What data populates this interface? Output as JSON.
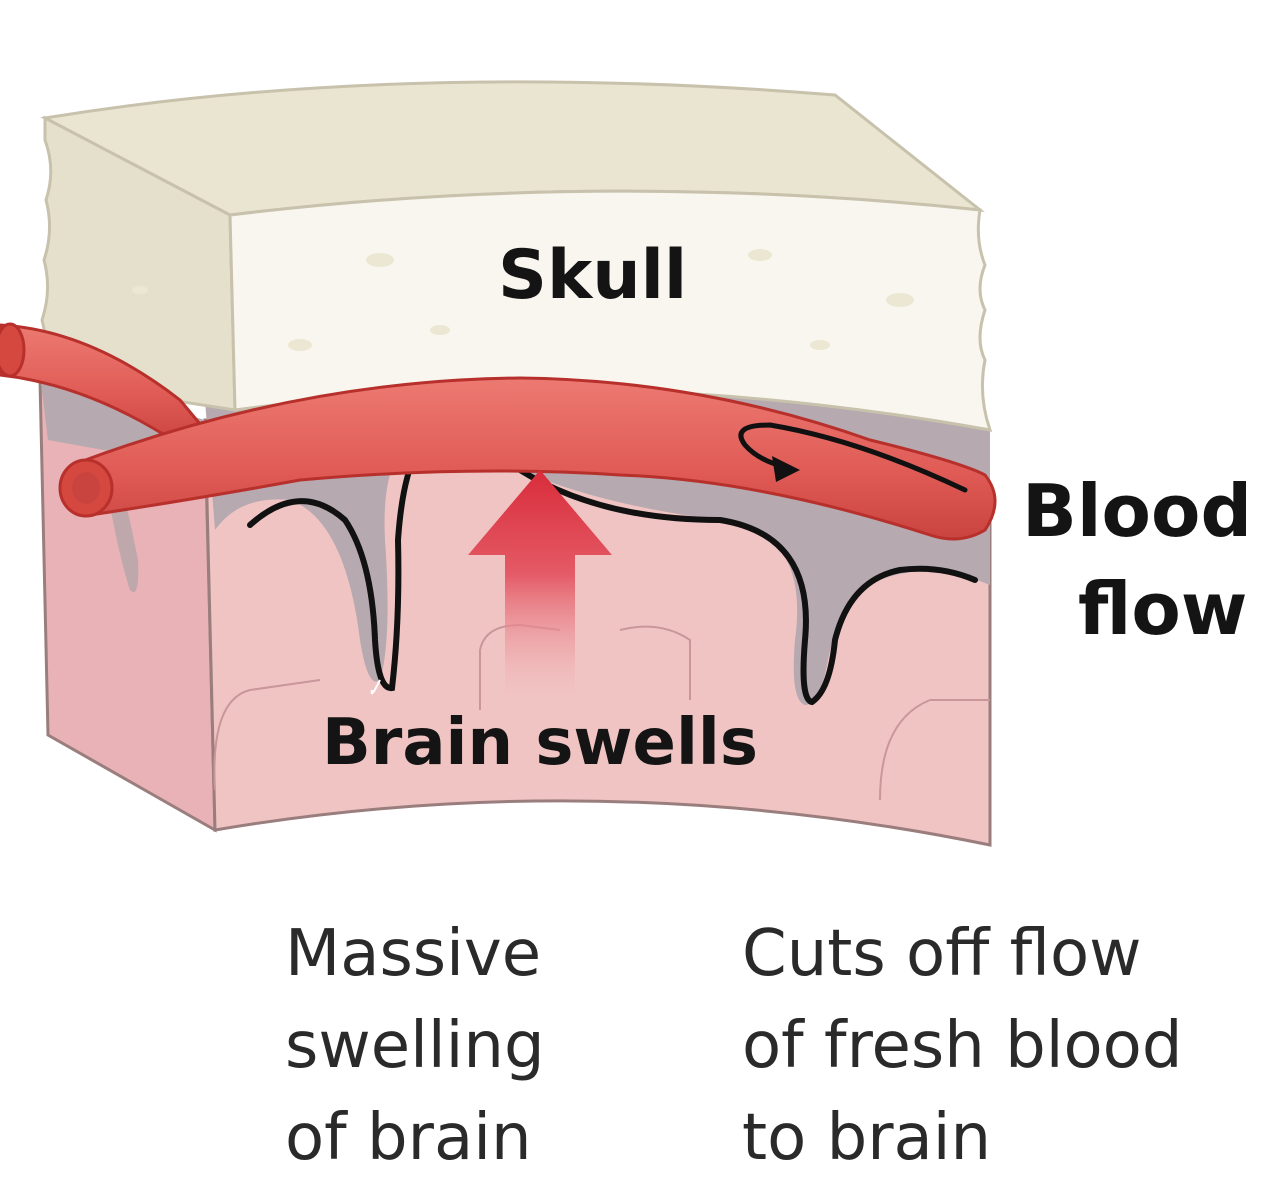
{
  "labels": {
    "skull": "Skull",
    "blood_flow_line1": "Blood",
    "blood_flow_line2": "flow",
    "brain_swells": "Brain swells"
  },
  "captions": {
    "left": [
      "Massive",
      "swelling",
      "of brain"
    ],
    "right": [
      "Cuts off flow",
      "of fresh blood",
      "to brain"
    ]
  },
  "colors": {
    "skull_top": "#e9e5d1",
    "skull_front": "#f8f6ef",
    "skull_side": "#e4e0cc",
    "meninges": "#b6a9af",
    "brain_front": "#f1c4c4",
    "brain_side": "#e8b2b6",
    "vessel": "#e05a55",
    "vessel_dark": "#b8302c",
    "arrow": "#d92c3a",
    "outline": "#9a7e7e"
  },
  "icons": [
    "up-arrow-icon",
    "curved-flow-arrow-icon"
  ]
}
